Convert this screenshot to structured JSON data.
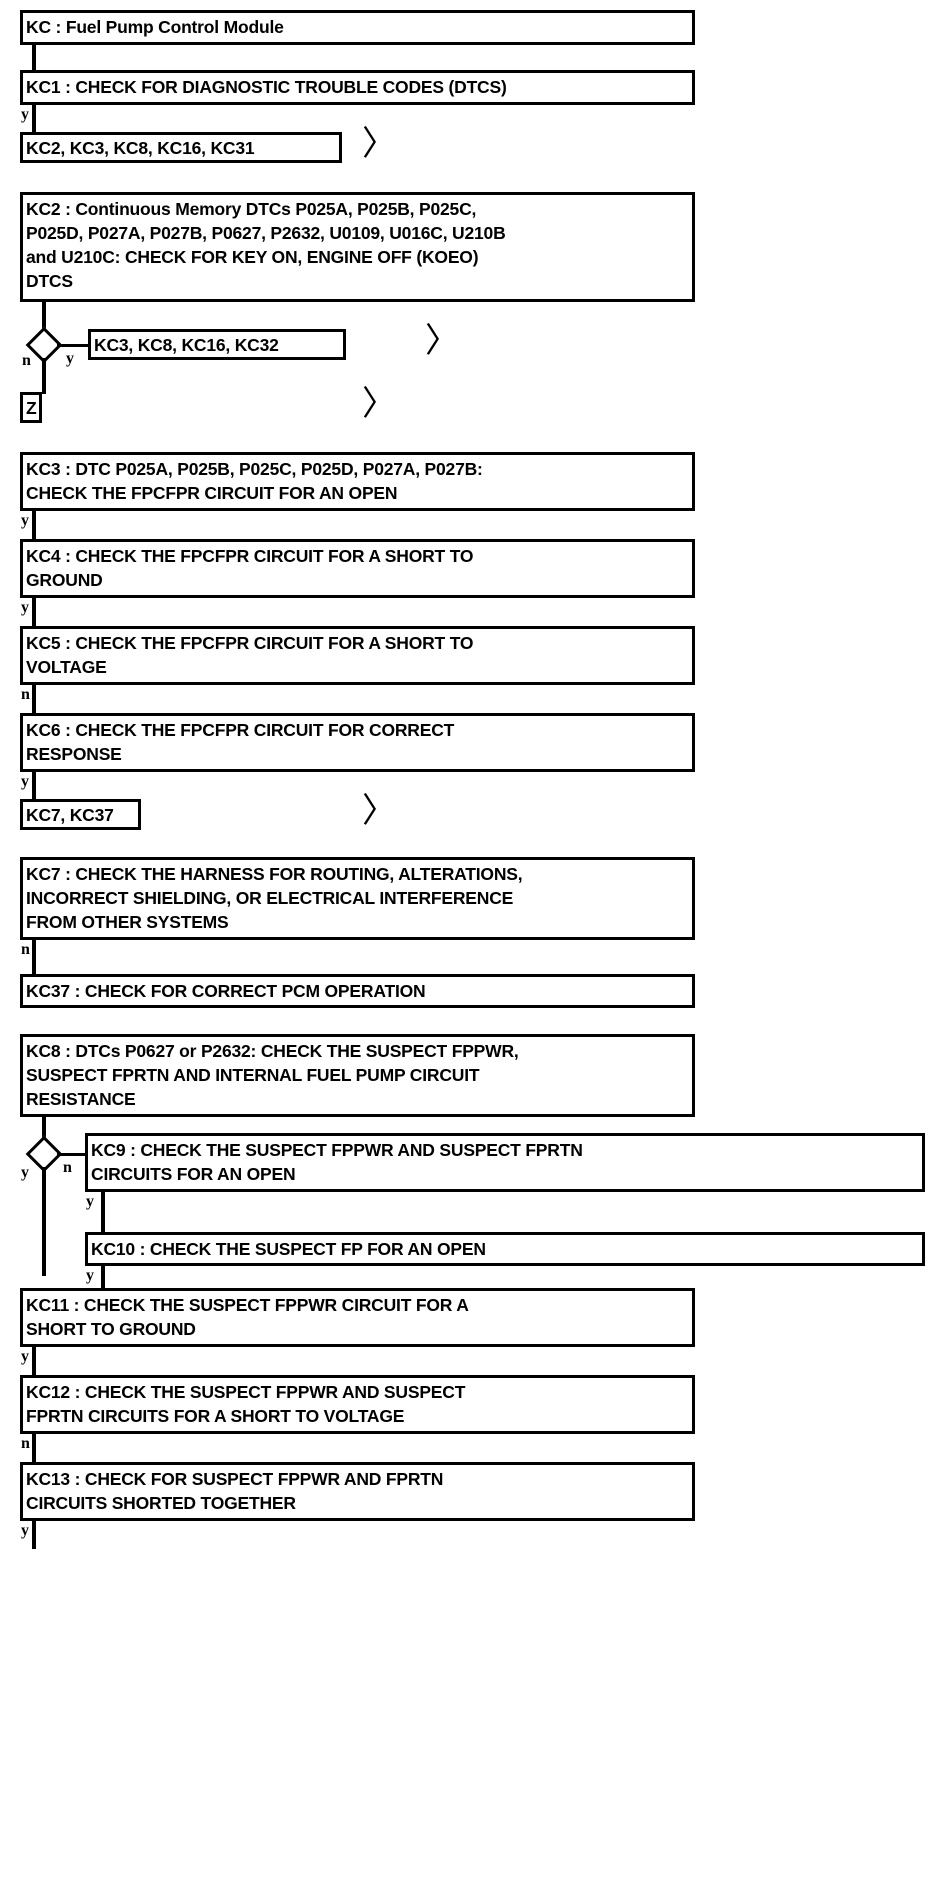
{
  "diagram": {
    "title": "KC : Fuel Pump Control Module",
    "type": "flowchart",
    "module_code": "KC",
    "nodes": {
      "kc_title": "KC : Fuel Pump Control Module",
      "kc1": "KC1 : CHECK FOR DIAGNOSTIC TROUBLE CODES (DTCS)",
      "ref1": "KC2, KC3, KC8, KC16, KC31",
      "kc2": "KC2 : Continuous Memory DTCs P025A, P025B, P025C,\nP025D, P027A, P027B, P0627, P2632, U0109, U016C, U210B\nand U210C: CHECK FOR KEY ON, ENGINE OFF (KOEO)\nDTCS",
      "ref2": "KC3, KC8, KC16, KC32",
      "refz": "Z",
      "kc3": "KC3 : DTC P025A, P025B, P025C, P025D, P027A, P027B:\nCHECK THE FPCFPR CIRCUIT FOR AN OPEN",
      "kc4": "KC4 : CHECK THE FPCFPR CIRCUIT FOR A SHORT TO\nGROUND",
      "kc5": "KC5 : CHECK THE FPCFPR CIRCUIT FOR A SHORT TO\nVOLTAGE",
      "kc6": "KC6 : CHECK THE FPCFPR CIRCUIT FOR CORRECT\nRESPONSE",
      "ref3": "KC7, KC37",
      "kc7": "KC7 : CHECK THE HARNESS FOR ROUTING, ALTERATIONS,\nINCORRECT SHIELDING, OR ELECTRICAL INTERFERENCE\nFROM OTHER SYSTEMS",
      "kc37": "KC37 : CHECK FOR CORRECT PCM OPERATION",
      "kc8": "KC8 : DTCs P0627 or P2632: CHECK THE SUSPECT FPPWR,\nSUSPECT FPRTN AND INTERNAL FUEL PUMP CIRCUIT\nRESISTANCE",
      "kc9": "KC9 : CHECK THE SUSPECT FPPWR AND SUSPECT FPRTN\nCIRCUITS FOR AN OPEN",
      "kc10": "KC10 : CHECK THE SUSPECT FP FOR AN OPEN",
      "kc11": "KC11 : CHECK THE SUSPECT FPPWR CIRCUIT FOR A\nSHORT TO GROUND",
      "kc12": "KC12 : CHECK THE SUSPECT FPPWR AND SUSPECT\nFPRTN CIRCUITS FOR A SHORT TO VOLTAGE",
      "kc13": "KC13 : CHECK FOR SUSPECT FPPWR AND FPRTN\nCIRCUITS SHORTED TOGETHER"
    },
    "branch_labels": {
      "kc1_y": "y",
      "kc2_diamond_n": "n",
      "kc2_diamond_y": "y",
      "kc3_y": "y",
      "kc4_y": "y",
      "kc5_n": "n",
      "kc6_y": "y",
      "kc7_n": "n",
      "kc8_diamond_y": "y",
      "kc8_diamond_n": "n",
      "kc9_y": "y",
      "kc10_y": "y",
      "kc11_y": "y",
      "kc12_n": "n",
      "kc13_y": "y"
    },
    "continuation_markers": {
      "marker1": "〉",
      "marker2": "〉",
      "marker3": "〉",
      "marker4": "〉"
    },
    "colors": {
      "stroke": "#000000",
      "fill": "#ffffff",
      "text": "#000000"
    }
  }
}
